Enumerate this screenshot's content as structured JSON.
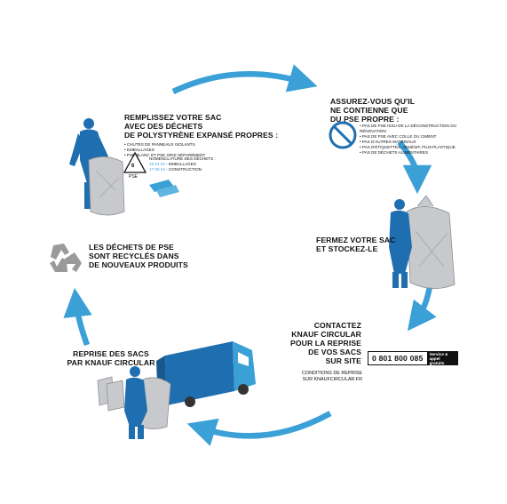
{
  "colors": {
    "accent": "#3aa0d6",
    "figure": "#1f6fb0",
    "bag": "#c7c9cc",
    "text": "#111111"
  },
  "step1": {
    "title_lines": [
      "Remplissez votre sac",
      "avec des déchets",
      "de polystyrène expansé propres :"
    ],
    "items": [
      "Chutes de panneaux isolants",
      "Emballages",
      "PSE blanc et PSE gris séparément"
    ],
    "nomenclature_title": "Nomenclature des déchets :",
    "codes": [
      {
        "code": "15 01 02",
        "label": "- Emballages"
      },
      {
        "code": "17 06 04",
        "label": "- Construction"
      }
    ],
    "symbol_number": "6",
    "symbol_label": "PSE"
  },
  "step2": {
    "title_lines": [
      "Assurez-vous qu'il",
      "ne contienne que",
      "du PSE propre :"
    ],
    "items": [
      "Pas de PSE issu de la déconstruction ou rénovation",
      "Pas de PSE avec colle ou ciment",
      "Pas d'autres matériaux",
      "Pas d'étiquettes, adhésif, film plastique",
      "Pas de déchets alimentaires"
    ]
  },
  "step3": {
    "title_lines": [
      "Fermez votre sac",
      "et stockez-le"
    ]
  },
  "step4": {
    "title_lines": [
      "Contactez",
      "Knauf Circular",
      "pour la reprise",
      "de vos sacs",
      "sur site"
    ],
    "phone": "0 801 800 085",
    "phone_tag": "Service & appel gratuits",
    "conditions_lines": [
      "Conditions de reprise",
      "sur knaufcircular.fr"
    ]
  },
  "step5": {
    "title_lines": [
      "Reprise des sacs",
      "par Knauf Circular"
    ]
  },
  "step6": {
    "title_lines": [
      "Les déchets de PSE",
      "sont recyclés dans",
      "de nouveaux produits"
    ]
  },
  "icons": [
    "recycle-icon",
    "prohibited-icon",
    "plastic-6-recycle-icon",
    "truck-icon",
    "worker-icon",
    "bag-icon",
    "cycle-arrow-icon"
  ]
}
